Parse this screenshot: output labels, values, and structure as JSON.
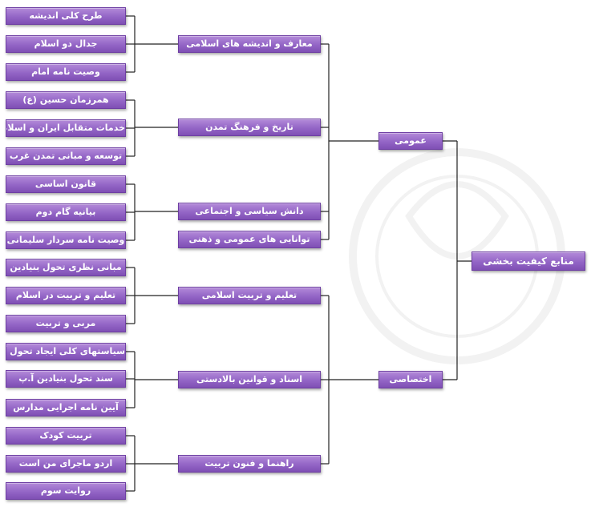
{
  "root": "منابع کیفیت بخشی",
  "categories": [
    {
      "label": "عمومی",
      "groups": [
        {
          "label": "معارف و اندیشه های اسلامی",
          "items": [
            "طرح کلی اندیشه",
            "جدال دو اسلام",
            "وصیت نامه امام"
          ]
        },
        {
          "label": "تاریخ و فرهنگ تمدن",
          "items": [
            "همرزمان حسین (ع)",
            "خدمات متقابل ایران و اسلام",
            "توسعه و مبانی تمدن غرب"
          ]
        },
        {
          "label": "دانش سیاسی و اجتماعی",
          "items": [
            "قانون اساسی",
            "بیانیه گام دوم",
            "وصیت نامه سردار سلیمانی"
          ]
        },
        {
          "label": "توانایی های عمومی و ذهنی",
          "items": []
        }
      ]
    },
    {
      "label": "اختصاصی",
      "groups": [
        {
          "label": "تعلیم و تربیت اسلامی",
          "items": [
            "مبانی نظری تحول بنیادین",
            "تعلیم و تربیت در اسلام",
            "مربی و تربیت"
          ]
        },
        {
          "label": "اسناد و قوانین بالادستی",
          "items": [
            "سیاستهای کلی ایجاد تحول آ.پ",
            "سند تحول بنیادین آ.پ",
            "آیین نامه اجرایی مدارس"
          ]
        },
        {
          "label": "راهنما و فنون تربیت",
          "items": [
            "تربیت کودک",
            "اردو ماجرای من است",
            "روایت سوم"
          ]
        }
      ]
    }
  ],
  "colors": {
    "node_top": "#b38ad9",
    "node_bottom": "#7f4fb4",
    "node_border": "#6e3fa3",
    "line": "#222222"
  }
}
